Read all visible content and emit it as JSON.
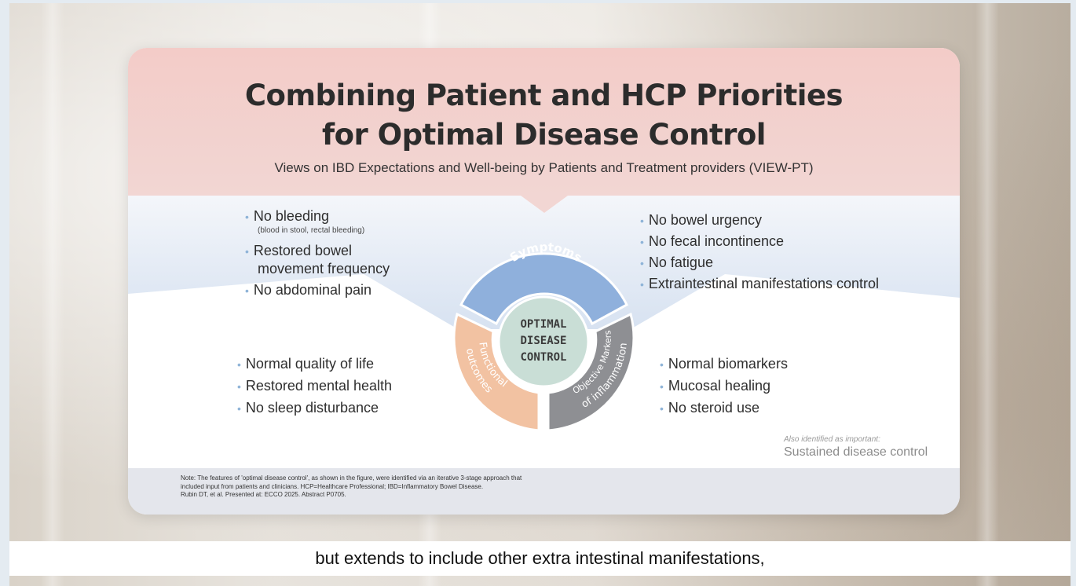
{
  "slide": {
    "title_line1": "Combining Patient and HCP Priorities",
    "title_line2": "for Optimal Disease Control",
    "subtitle": "Views on IBD Expectations and Well-being by Patients and Treatment providers (VIEW-PT)"
  },
  "diagram": {
    "center_line1": "OPTIMAL",
    "center_line2": "DISEASE",
    "center_line3": "CONTROL",
    "segment_top": "Symptoms",
    "segment_left_1": "Functional",
    "segment_left_2": "outcomes",
    "segment_right_1": "Objective Markers",
    "segment_right_2": "of inflammation",
    "colors": {
      "symptoms": "#8fb0dc",
      "functional": "#f2c2a2",
      "objective": "#8e8f93",
      "center": "#c9ded6"
    }
  },
  "symptoms_left": [
    {
      "label": "No bleeding",
      "sub": "(blood in stool, rectal bleeding)"
    },
    {
      "label": "Restored bowel",
      "label2": "movement frequency"
    },
    {
      "label": "No abdominal pain"
    }
  ],
  "symptoms_right": [
    {
      "label": "No bowel urgency"
    },
    {
      "label": "No fecal incontinence"
    },
    {
      "label": "No fatigue"
    },
    {
      "label": "Extraintestinal manifestations control"
    }
  ],
  "functional_items": [
    {
      "label": "Normal quality of life"
    },
    {
      "label": "Restored mental health"
    },
    {
      "label": "No sleep disturbance"
    }
  ],
  "objective_items": [
    {
      "label": "Normal biomarkers"
    },
    {
      "label": "Mucosal healing"
    },
    {
      "label": "No steroid use"
    }
  ],
  "also_important": {
    "label": "Also identified as important:",
    "value": "Sustained disease control"
  },
  "notes": {
    "line1": "Note: The features of 'optimal disease control', as shown in the figure, were identified via an iterative 3-stage approach that",
    "line2": "included input from patients and clinicians. HCP=Healthcare Professional; IBD=Inflammatory Bowel Disease.",
    "line3": "Rubin DT, et al. Presented at: ECCO 2025. Abstract P0705."
  },
  "caption": "but extends to include other extra intestinal manifestations,"
}
